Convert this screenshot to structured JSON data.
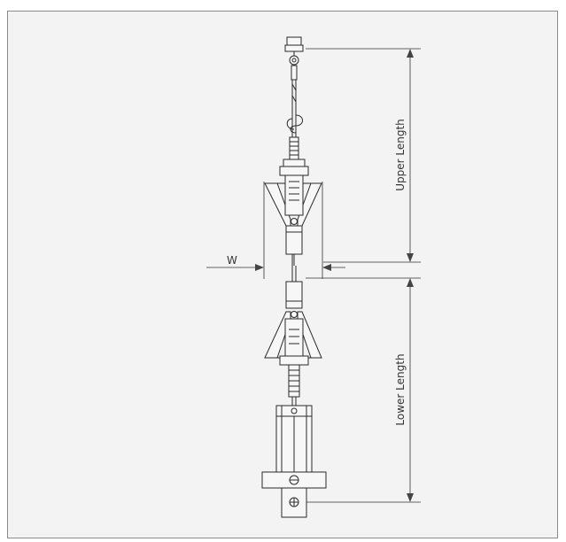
{
  "labels": {
    "upper_length": "Upper Length",
    "lower_length": "Lower Length",
    "width": "W"
  },
  "colors": {
    "background": "#f3f3f3",
    "frame_border": "#8a8a8a",
    "line": "#2a2a2a"
  }
}
